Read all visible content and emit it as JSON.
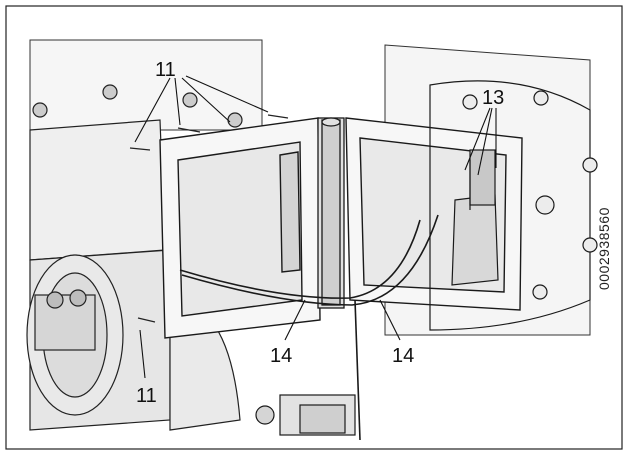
{
  "diagram": {
    "callouts": {
      "label_11_top": "11",
      "label_11_bottom": "11",
      "label_13": "13",
      "label_14_left": "14",
      "label_14_right": "14"
    },
    "document_id": "0002938560"
  },
  "colors": {
    "background": "#ffffff",
    "panel": "#f2f2f2",
    "stroke": "#1a1a1a",
    "shade": "#d9d9d9"
  }
}
